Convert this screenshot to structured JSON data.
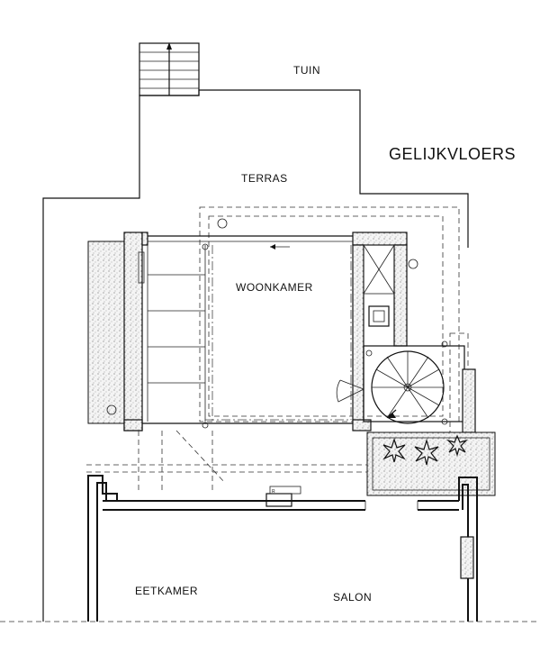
{
  "title": "GELIJKVLOERS",
  "rooms": {
    "tuin": "TUIN",
    "terras": "TERRAS",
    "woonkamer": "WOONKAMER",
    "eetkamer": "EETKAMER",
    "salon": "SALON"
  },
  "colors": {
    "line": "#111111",
    "background": "#ffffff",
    "hatch": "#888888"
  }
}
